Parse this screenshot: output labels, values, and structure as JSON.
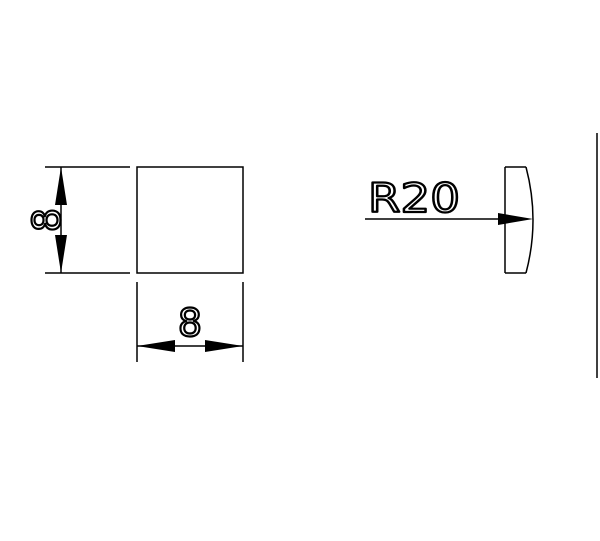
{
  "colors": {
    "background": "#ffffff",
    "line": "#000000"
  },
  "square": {
    "width_dimension": "8",
    "height_dimension": "8"
  },
  "radius": {
    "label": "R20"
  }
}
